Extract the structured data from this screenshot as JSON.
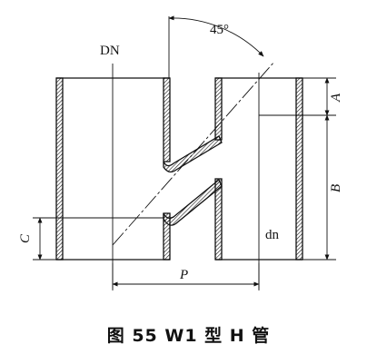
{
  "figure": {
    "caption": "图 55  W1 型 H 管",
    "labels": {
      "angle": "45°",
      "main_diameter": "DN",
      "branch_diameter": "dn",
      "dim_a": "A",
      "dim_b": "B",
      "dim_c": "C",
      "dim_p": "P"
    }
  }
}
